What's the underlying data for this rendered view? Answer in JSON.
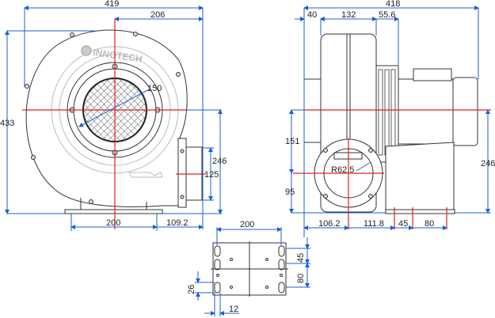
{
  "brand": "INNOTECH",
  "colors": {
    "dimension": "#1a5fd6",
    "centerline": "#e02020",
    "outline": "#333333"
  },
  "front_view": {
    "overall_width": "419",
    "center_to_outlet": "206",
    "overall_height": "433",
    "inlet_diameter": "150",
    "center_height": "246",
    "outlet_height": "125",
    "base_to_center": "200",
    "center_to_outlet_face": "109.2"
  },
  "side_view": {
    "overall_length": "418",
    "inlet_stub": "40",
    "housing_width": "132",
    "fin_width": "55.6",
    "outlet_above_center": "151",
    "outlet_center_height": "95",
    "center_height": "246",
    "outlet_radius": "R62.5",
    "base_1": "106.2",
    "base_2": "111.8",
    "base_3": "45",
    "base_4": "80"
  },
  "base_plate": {
    "width": "200",
    "slot_spacing_1": "45",
    "slot_spacing_2": "80",
    "slot_length": "26",
    "slot_width": "12"
  }
}
